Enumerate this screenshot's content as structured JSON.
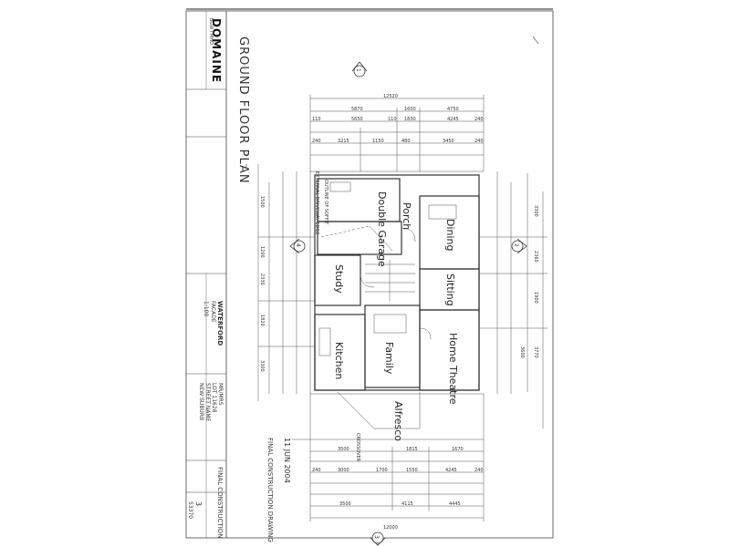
{
  "drawing": {
    "title": "GROUND FLOOR PLAN",
    "stamp_final": "FINAL CONSTRUCTION",
    "stamp_final_drawing": "FINAL CONSTRUCTION DRAWING",
    "date_stamp": "11 JUN 2004",
    "sheet_number": "3",
    "drawing_no": "53370"
  },
  "title_block": {
    "logo": "DOMAINE",
    "design": "WATERFORD",
    "design_sub": "FACADE",
    "design_code": "BGW / MHO",
    "client": "MR/MRS",
    "lot": "LOT 11628",
    "street": "STREET NAME",
    "suburb": "NEW SUBURB",
    "scale": "1:100"
  },
  "rooms": {
    "garage": "Double Garage",
    "porch": "Porch",
    "dining": "Dining",
    "study": "Study",
    "sitting": "Sitting",
    "family": "Family",
    "kitchen": "Kitchen",
    "theatre": "Home Theatre",
    "alfresco": "Alfresco"
  },
  "annotations": {
    "crossover": "CROSSOVER",
    "driveway": "EXTERNAL DRIVEWAY EDGE",
    "outline": "OUTLINE OF SOFFIT"
  },
  "dimensions": {
    "overall_top": "12520",
    "overall_bottom": "12000",
    "top_row1": [
      "5870",
      "1600",
      "4750"
    ],
    "top_row2": [
      "110",
      "5650",
      "110",
      "1830",
      "4245",
      "240"
    ],
    "top_row3": [
      "240",
      "3215",
      "1150",
      "480",
      "3450",
      "240"
    ],
    "bottom_row1": [
      "3500",
      "1815",
      "1670"
    ],
    "bottom_row2": [
      "240",
      "3000",
      "1700",
      "1550",
      "4245",
      "240"
    ],
    "bottom_row3": [
      "3500",
      "4115",
      "4445"
    ],
    "left_col": [
      "1500",
      "1200",
      "2330",
      "1820",
      "3300"
    ],
    "right_col": [
      "3300",
      "2360",
      "1900",
      "3770",
      "3600"
    ]
  },
  "section_markers": [
    "1",
    "2",
    "3",
    "4"
  ]
}
